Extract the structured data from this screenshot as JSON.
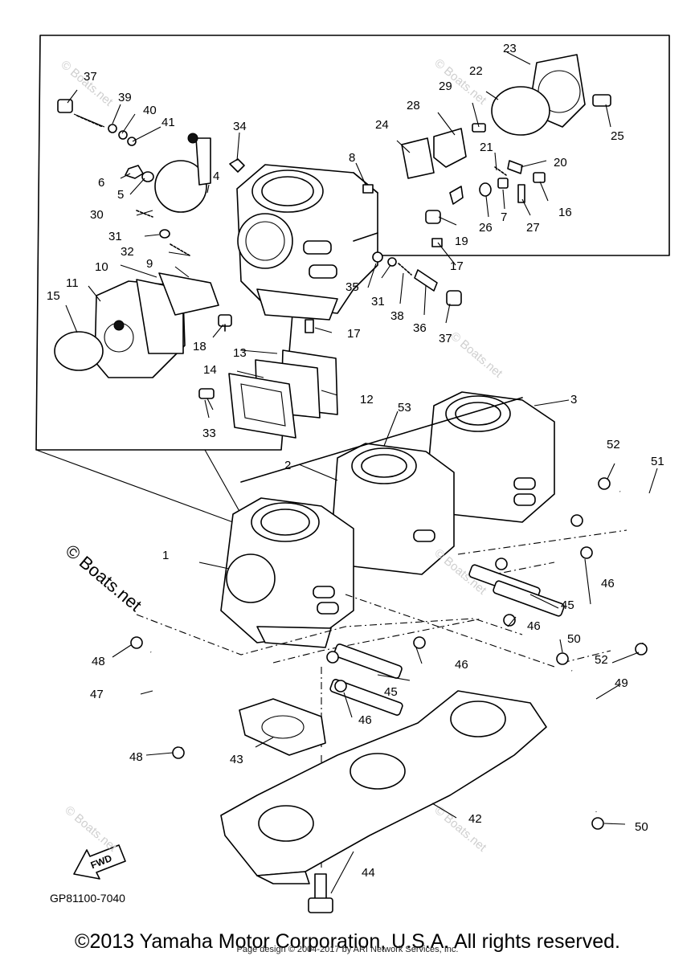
{
  "diagram": {
    "part_number_code": "GP81100-7040",
    "fwd_label": "FWD",
    "watermark_main": "© Boats.net",
    "watermark_small": "© Boats.net",
    "callouts": [
      {
        "id": "c1",
        "text": "1"
      },
      {
        "id": "c2",
        "text": "2"
      },
      {
        "id": "c3",
        "text": "3"
      },
      {
        "id": "c4",
        "text": "4"
      },
      {
        "id": "c5",
        "text": "5"
      },
      {
        "id": "c6",
        "text": "6"
      },
      {
        "id": "c7",
        "text": "7"
      },
      {
        "id": "c8",
        "text": "8"
      },
      {
        "id": "c9",
        "text": "9"
      },
      {
        "id": "c10",
        "text": "10"
      },
      {
        "id": "c11",
        "text": "11"
      },
      {
        "id": "c12",
        "text": "12"
      },
      {
        "id": "c13",
        "text": "13"
      },
      {
        "id": "c14",
        "text": "14"
      },
      {
        "id": "c15",
        "text": "15"
      },
      {
        "id": "c16",
        "text": "16"
      },
      {
        "id": "c17a",
        "text": "17"
      },
      {
        "id": "c17b",
        "text": "17"
      },
      {
        "id": "c18",
        "text": "18"
      },
      {
        "id": "c19",
        "text": "19"
      },
      {
        "id": "c20",
        "text": "20"
      },
      {
        "id": "c21",
        "text": "21"
      },
      {
        "id": "c22",
        "text": "22"
      },
      {
        "id": "c23",
        "text": "23"
      },
      {
        "id": "c24",
        "text": "24"
      },
      {
        "id": "c25",
        "text": "25"
      },
      {
        "id": "c26",
        "text": "26"
      },
      {
        "id": "c27",
        "text": "27"
      },
      {
        "id": "c28",
        "text": "28"
      },
      {
        "id": "c29",
        "text": "29"
      },
      {
        "id": "c30",
        "text": "30"
      },
      {
        "id": "c31a",
        "text": "31"
      },
      {
        "id": "c31b",
        "text": "31"
      },
      {
        "id": "c32",
        "text": "32"
      },
      {
        "id": "c33",
        "text": "33"
      },
      {
        "id": "c34",
        "text": "34"
      },
      {
        "id": "c35",
        "text": "35"
      },
      {
        "id": "c36",
        "text": "36"
      },
      {
        "id": "c37a",
        "text": "37"
      },
      {
        "id": "c37b",
        "text": "37"
      },
      {
        "id": "c38",
        "text": "38"
      },
      {
        "id": "c39",
        "text": "39"
      },
      {
        "id": "c40",
        "text": "40"
      },
      {
        "id": "c41",
        "text": "41"
      },
      {
        "id": "c42",
        "text": "42"
      },
      {
        "id": "c43",
        "text": "43"
      },
      {
        "id": "c44",
        "text": "44"
      },
      {
        "id": "c45a",
        "text": "45"
      },
      {
        "id": "c45b",
        "text": "45"
      },
      {
        "id": "c46a",
        "text": "46"
      },
      {
        "id": "c46b",
        "text": "46"
      },
      {
        "id": "c46c",
        "text": "46"
      },
      {
        "id": "c46d",
        "text": "46"
      },
      {
        "id": "c47",
        "text": "47"
      },
      {
        "id": "c48a",
        "text": "48"
      },
      {
        "id": "c48b",
        "text": "48"
      },
      {
        "id": "c49",
        "text": "49"
      },
      {
        "id": "c50a",
        "text": "50"
      },
      {
        "id": "c50b",
        "text": "50"
      },
      {
        "id": "c51",
        "text": "51"
      },
      {
        "id": "c52a",
        "text": "52"
      },
      {
        "id": "c52b",
        "text": "52"
      },
      {
        "id": "c53",
        "text": "53"
      }
    ]
  },
  "footer": {
    "copyright": "©2013 Yamaha Motor Corporation, U.S.A. All rights reserved.",
    "page_design": "Page design © 2004-2017 by ARI Network Services, Inc."
  }
}
